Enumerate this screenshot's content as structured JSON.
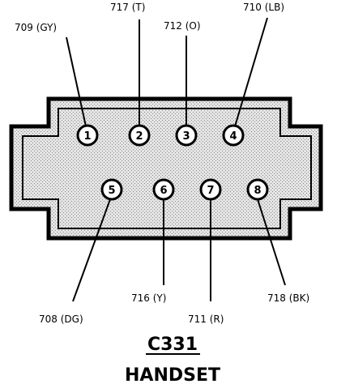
{
  "connector": {
    "id": "C331",
    "name": "HANDSET"
  },
  "pins": [
    {
      "pin": "1",
      "wire": "709 (GY)"
    },
    {
      "pin": "2",
      "wire": "717 (T)"
    },
    {
      "pin": "3",
      "wire": "712 (O)"
    },
    {
      "pin": "4",
      "wire": "710 (LB)"
    },
    {
      "pin": "5",
      "wire": "708 (DG)"
    },
    {
      "pin": "6",
      "wire": "716 (Y)"
    },
    {
      "pin": "7",
      "wire": "711 (R)"
    },
    {
      "pin": "8",
      "wire": "718 (BK)"
    }
  ]
}
